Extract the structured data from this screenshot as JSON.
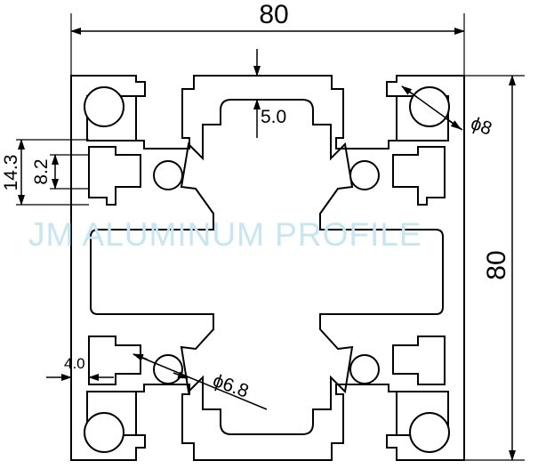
{
  "diagram": {
    "watermark": "JM ALUMINUM PROFILE",
    "dimensions": {
      "width": "80",
      "height": "80",
      "wall_thickness": "5.0",
      "slot_outer": "14.3",
      "slot_opening": "8.2",
      "side_wall": "4.0",
      "corner_hole_diameter": "8",
      "corner_hole_symbol": "ϕ",
      "center_hole_diameter": "6.8",
      "center_hole_symbol": "ϕ"
    }
  }
}
